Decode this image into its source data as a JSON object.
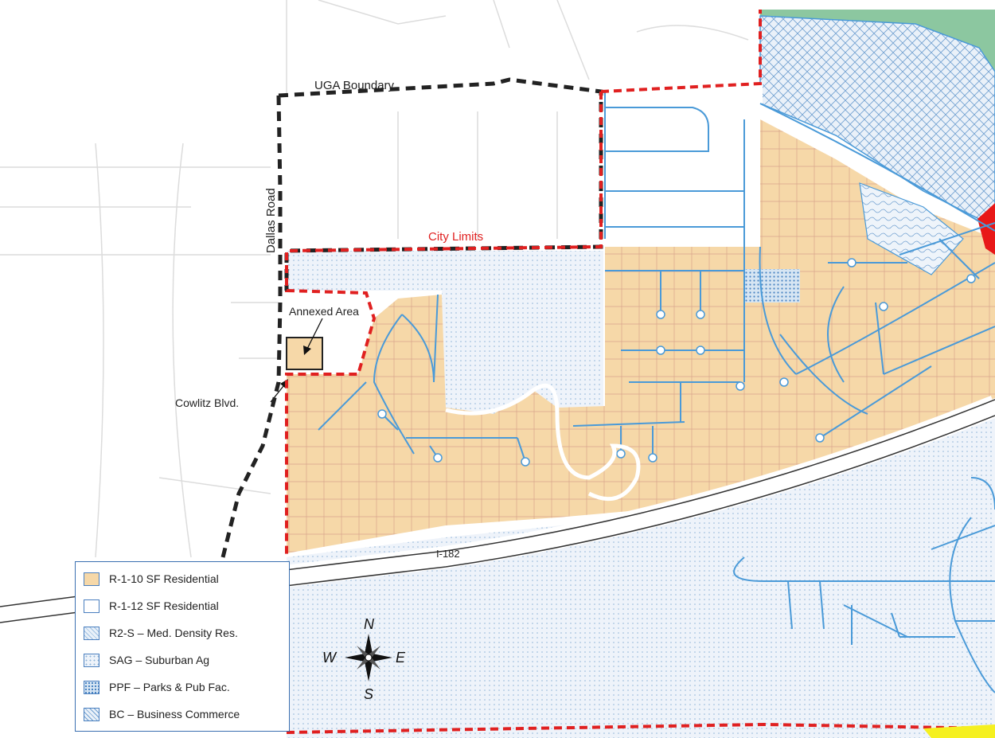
{
  "labels": {
    "uga_boundary": "UGA Boundary",
    "city_limits": "City Limits",
    "dallas_road": "Dallas Road",
    "annexed_area": "Annexed Area",
    "cowlitz_blvd": "Cowlitz Blvd.",
    "i182": "I-182"
  },
  "compass": {
    "n": "N",
    "s": "S",
    "e": "E",
    "w": "W"
  },
  "legend": {
    "items": [
      {
        "label": "R-1-10 SF Residential",
        "swatch": "r110",
        "color": "#f6d8a8"
      },
      {
        "label": "R-1-12 SF Residential",
        "swatch": "r112",
        "color": "#ffffff"
      },
      {
        "label": "R2-S – Med. Density Res.",
        "swatch": "r2s",
        "color": "#dde9f4"
      },
      {
        "label": "SAG – Suburban Ag",
        "swatch": "sag",
        "color": "#e8f0f8"
      },
      {
        "label": "PPF – Parks & Pub Fac.",
        "swatch": "ppf",
        "color": "#c9dcef"
      },
      {
        "label": "BC – Business Commerce",
        "swatch": "bc",
        "color": "#dfe9f5"
      }
    ]
  },
  "colors": {
    "residential": "#f6d8a8",
    "city_limits": "#e02020",
    "uga": "#222222",
    "roads": "#4a9ad8",
    "park_green": "#8cc7a0",
    "commercial_red": "#e81818",
    "yellow": "#f5f020"
  }
}
